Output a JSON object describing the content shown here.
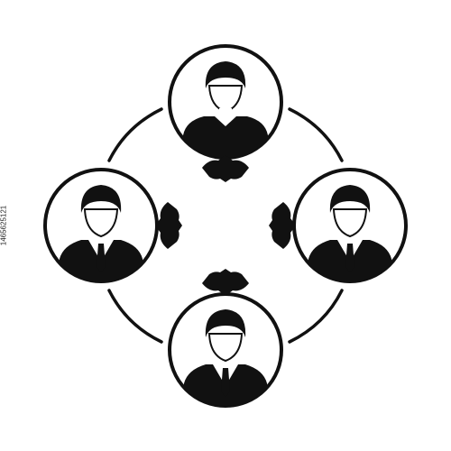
{
  "stock_id": "1465625121",
  "colors": {
    "ink": "#111111",
    "background": "#ffffff"
  },
  "icon": {
    "name": "team-network-icon",
    "persons": [
      {
        "name": "person-top",
        "tie": false
      },
      {
        "name": "person-left",
        "tie": true
      },
      {
        "name": "person-right",
        "tie": true
      },
      {
        "name": "person-bottom",
        "tie": true
      }
    ],
    "handshakes": [
      "handshake-top",
      "handshake-left",
      "handshake-right",
      "handshake-bottom"
    ],
    "connector_arcs": 4
  }
}
